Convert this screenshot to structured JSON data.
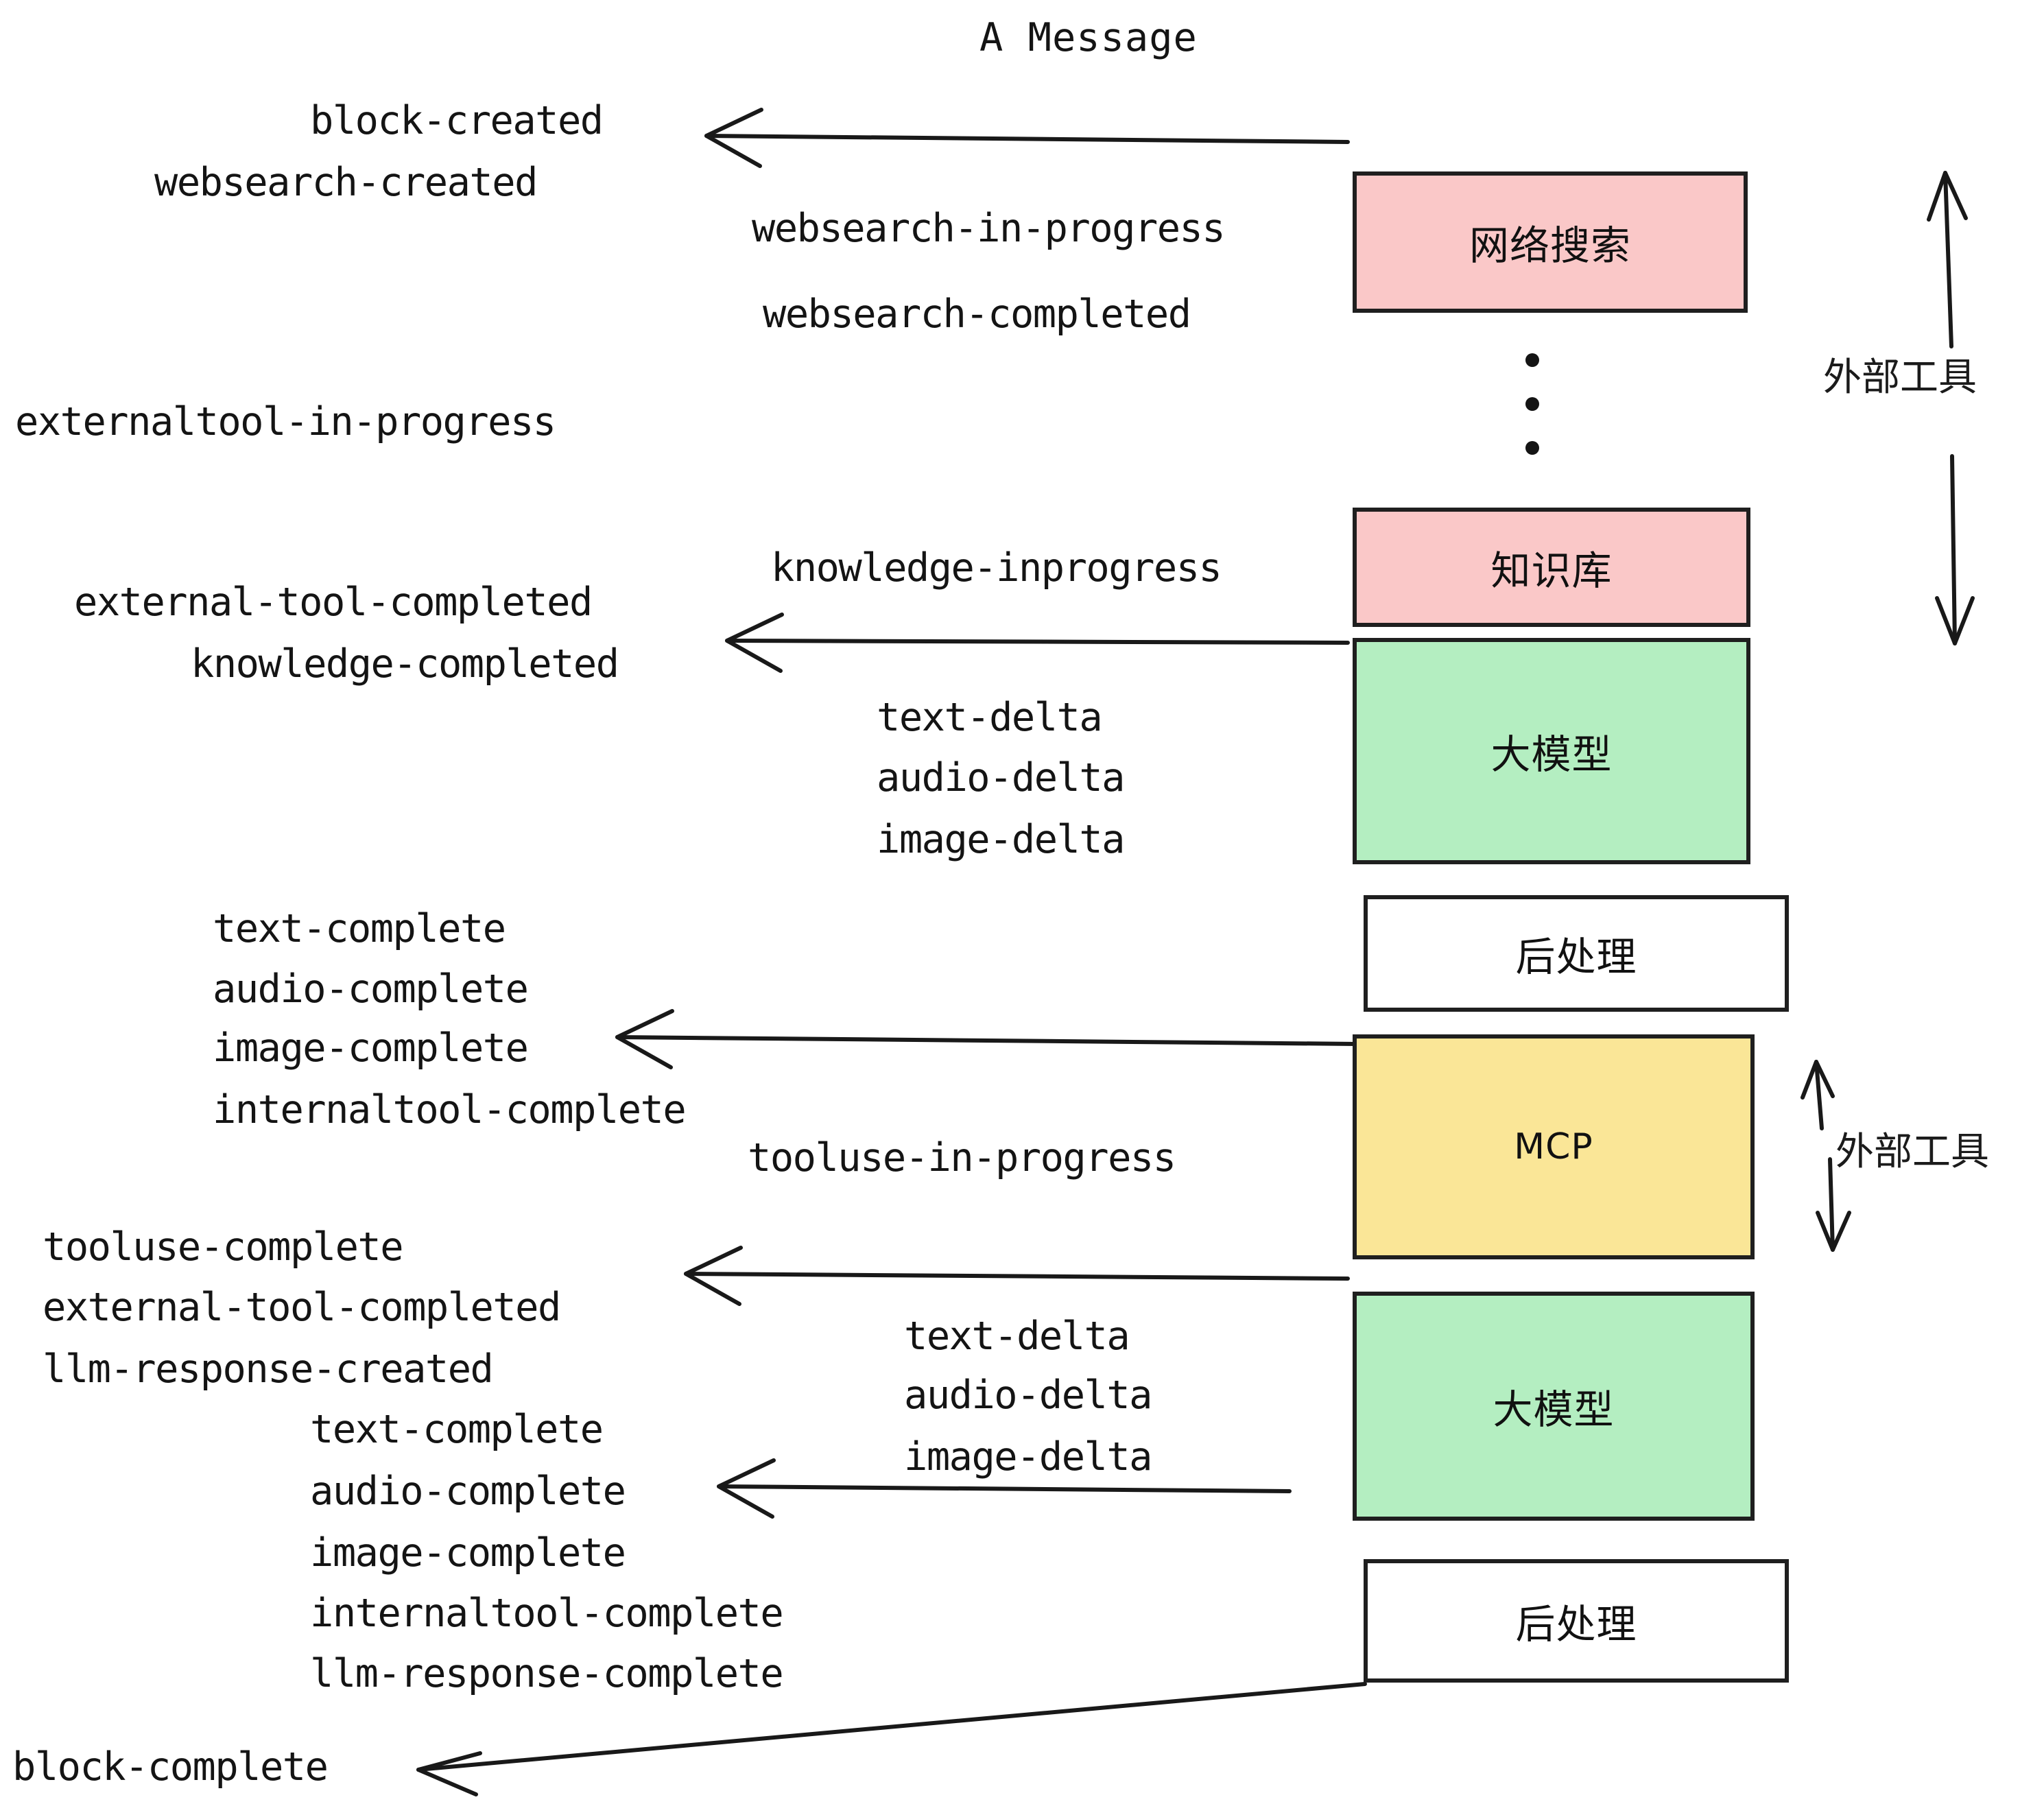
{
  "title": "A Message",
  "colors": {
    "pink": "#fac8c8",
    "green": "#b4eec1",
    "yellow": "#fae697",
    "white": "#ffffff",
    "stroke": "#1f1f1f",
    "text": "#141414"
  },
  "nodes": [
    {
      "id": "websearch",
      "label": "网络搜索",
      "fill": "#fac8c8",
      "latin": false
    },
    {
      "id": "knowledge",
      "label": "知识库",
      "fill": "#fac8c8",
      "latin": false
    },
    {
      "id": "llm-1",
      "label": "大模型",
      "fill": "#b4eec1",
      "latin": false
    },
    {
      "id": "postproc-1",
      "label": "后处理",
      "fill": "#ffffff",
      "latin": false
    },
    {
      "id": "mcp",
      "label": "MCP",
      "fill": "#fae697",
      "latin": true
    },
    {
      "id": "llm-2",
      "label": "大模型",
      "fill": "#b4eec1",
      "latin": false
    },
    {
      "id": "postproc-2",
      "label": "后处理",
      "fill": "#ffffff",
      "latin": false
    }
  ],
  "side_labels": [
    {
      "id": "external-tools-top",
      "text": "外部工具"
    },
    {
      "id": "external-tools-bottom",
      "text": "外部工具"
    }
  ],
  "events": [
    {
      "id": "e01",
      "text": "block-created"
    },
    {
      "id": "e02",
      "text": "websearch-created"
    },
    {
      "id": "e03",
      "text": "websearch-in-progress"
    },
    {
      "id": "e04",
      "text": "websearch-completed"
    },
    {
      "id": "e05",
      "text": "externaltool-in-progress"
    },
    {
      "id": "e06",
      "text": "knowledge-inprogress"
    },
    {
      "id": "e07",
      "text": "external-tool-completed"
    },
    {
      "id": "e08",
      "text": "knowledge-completed"
    },
    {
      "id": "e09",
      "text": "text-delta"
    },
    {
      "id": "e10",
      "text": "audio-delta"
    },
    {
      "id": "e11",
      "text": "image-delta"
    },
    {
      "id": "e12",
      "text": "text-complete"
    },
    {
      "id": "e13",
      "text": "audio-complete"
    },
    {
      "id": "e14",
      "text": "image-complete"
    },
    {
      "id": "e15",
      "text": "internaltool-complete"
    },
    {
      "id": "e16",
      "text": "tooluse-in-progress"
    },
    {
      "id": "e17",
      "text": "tooluse-complete"
    },
    {
      "id": "e18",
      "text": "external-tool-completed"
    },
    {
      "id": "e19",
      "text": "llm-response-created"
    },
    {
      "id": "e20",
      "text": "text-delta"
    },
    {
      "id": "e21",
      "text": "audio-delta"
    },
    {
      "id": "e22",
      "text": "image-delta"
    },
    {
      "id": "e23",
      "text": "text-complete"
    },
    {
      "id": "e24",
      "text": "audio-complete"
    },
    {
      "id": "e25",
      "text": "image-complete"
    },
    {
      "id": "e26",
      "text": "internaltool-complete"
    },
    {
      "id": "e27",
      "text": "llm-response-complete"
    },
    {
      "id": "e28",
      "text": "block-complete"
    }
  ]
}
